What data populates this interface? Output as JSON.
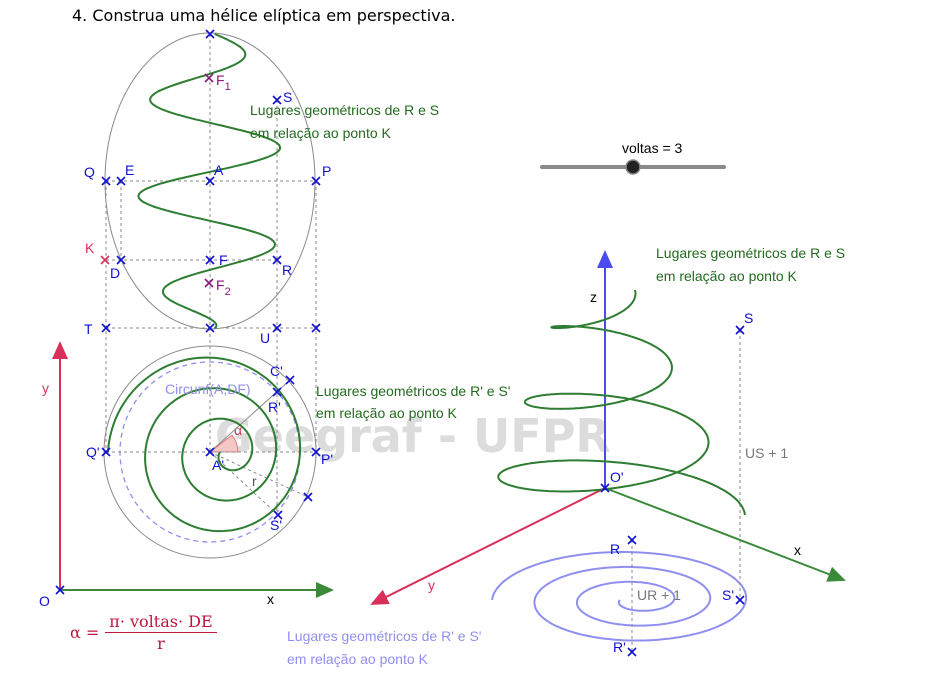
{
  "title": "4.  Construa uma hélice elíptica em perspectiva.",
  "slider": {
    "label": "voltas = 3",
    "value": 3
  },
  "watermark": "Geegraf - UFPR",
  "formula": {
    "lhs": "α =",
    "numerator": "π· voltas· DE",
    "denominator": "r"
  },
  "captions": {
    "top_rs_line1": "Lugares geométricos de R e S",
    "top_rs_line2": "em relação ao ponto K",
    "plan_rs_line1": "Lugares geométricos de R' e S'",
    "plan_rs_line2": "em relação ao ponto K",
    "persp_rs_line1": "Lugares geométricos de R e S",
    "persp_rs_line2": "em relação ao ponto K",
    "persp_plan_line1": "Lugares geométricos de R' e S'",
    "persp_plan_line2": "em relação ao ponto K"
  },
  "labels": {
    "F1": "F",
    "F1_sub": "1",
    "F2": "F",
    "F2_sub": "2",
    "S": "S",
    "Q": "Q",
    "E": "E",
    "A": "A",
    "P": "P",
    "K": "K",
    "D": "D",
    "F": "F",
    "R": "R",
    "T": "T",
    "U": "U",
    "C1": "C'",
    "R1": "R'",
    "Q1": "Q'",
    "A1": "A'",
    "P1": "P'",
    "S1": "S'",
    "alpha": "α",
    "r": "r",
    "circunf": "Circunf(A,DF)",
    "y_axis": "y",
    "x_axis": "x",
    "O": "O",
    "z_persp": "z",
    "O1_persp": "O'",
    "x_persp": "x",
    "y_persp": "y",
    "S_persp": "S",
    "R_persp": "R",
    "US": "US + 1",
    "UR": "UR + 1",
    "S1_persp": "S'",
    "R1_persp": "R'"
  },
  "colors": {
    "helix": "#2e7d32",
    "plan_helix": "#8f8ff0",
    "points": "#1010d0",
    "axis_red": "#d8305a",
    "axis_blue": "#4a4af0",
    "axis_green": "#3a8a3a",
    "caption": "#236b1f",
    "focus": "#8b1a7c",
    "ellipse": "#8a8a8a",
    "dashed": "#9a9a9a"
  }
}
